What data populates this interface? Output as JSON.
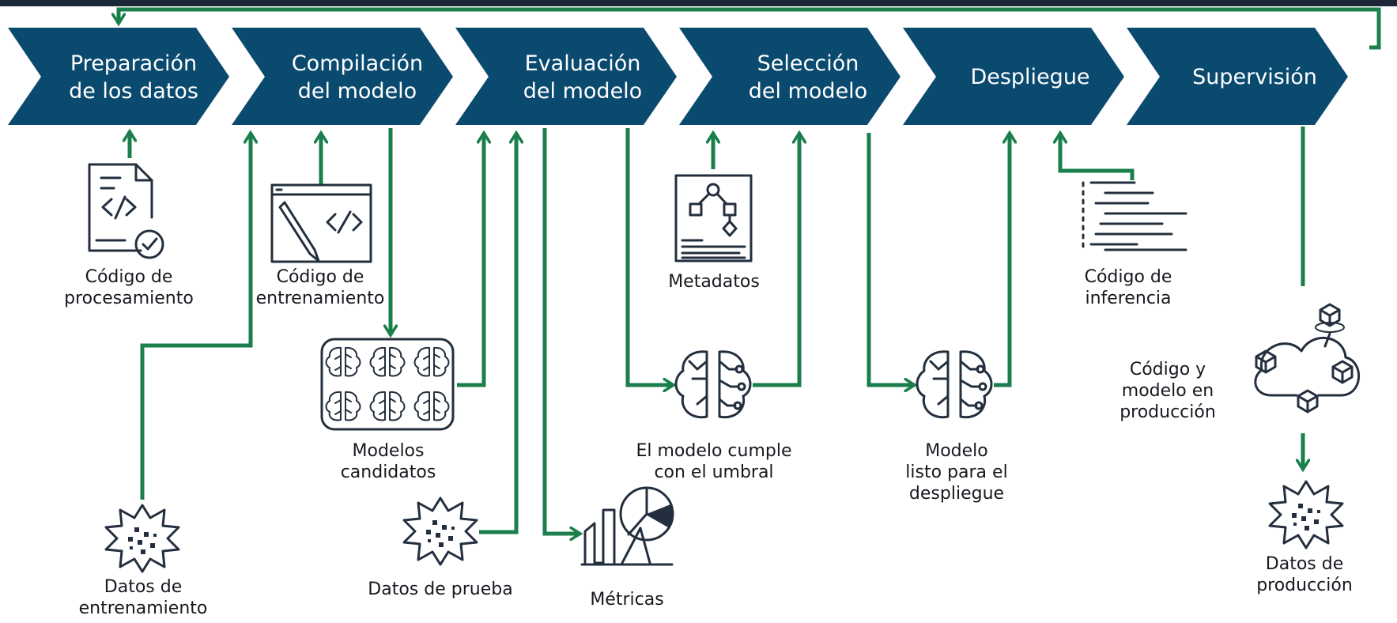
{
  "colors": {
    "stage_fill": "#0b4a6f",
    "flow_arrow": "#1a7f4b",
    "icon": "#232f3e",
    "text": "#16191f",
    "top_bar": "#1b2838"
  },
  "stages": [
    {
      "lines": [
        "Preparación",
        "de los datos"
      ]
    },
    {
      "lines": [
        "Compilación",
        "del modelo"
      ]
    },
    {
      "lines": [
        "Evaluación",
        "del modelo"
      ]
    },
    {
      "lines": [
        "Selección",
        "del modelo"
      ]
    },
    {
      "lines": [
        "Despliegue"
      ]
    },
    {
      "lines": [
        "Supervisión"
      ]
    }
  ],
  "artifacts": {
    "processing_code": {
      "icon": "code-document-icon",
      "lines": [
        "Código de",
        "procesamiento"
      ]
    },
    "training_code": {
      "icon": "code-editor-icon",
      "lines": [
        "Código de",
        "entrenamiento"
      ]
    },
    "training_data": {
      "icon": "data-burst-icon",
      "lines": [
        "Datos de",
        "entrenamiento"
      ]
    },
    "candidate_models": {
      "icon": "model-grid-icon",
      "lines": [
        "Modelos",
        "candidatos"
      ]
    },
    "test_data": {
      "icon": "data-burst-icon",
      "lines": [
        "Datos de prueba"
      ]
    },
    "metrics": {
      "icon": "metrics-chart-icon",
      "lines": [
        "Métricas"
      ]
    },
    "metadata": {
      "icon": "metadata-document-icon",
      "lines": [
        "Metadatos"
      ]
    },
    "threshold_model": {
      "icon": "brain-icon",
      "lines": [
        "El modelo cumple",
        "con el umbral"
      ]
    },
    "ready_model": {
      "icon": "brain-icon",
      "lines": [
        "Modelo",
        "listo para el",
        "despliegue"
      ]
    },
    "inference_code": {
      "icon": "code-lines-icon",
      "lines": [
        "Código de",
        "inferencia"
      ]
    },
    "production_code_model": {
      "icon": "cloud-cubes-icon",
      "lines": [
        "Código y",
        "modelo en",
        "producción"
      ]
    },
    "production_data": {
      "icon": "data-burst-icon",
      "lines": [
        "Datos de",
        "producción"
      ]
    }
  }
}
